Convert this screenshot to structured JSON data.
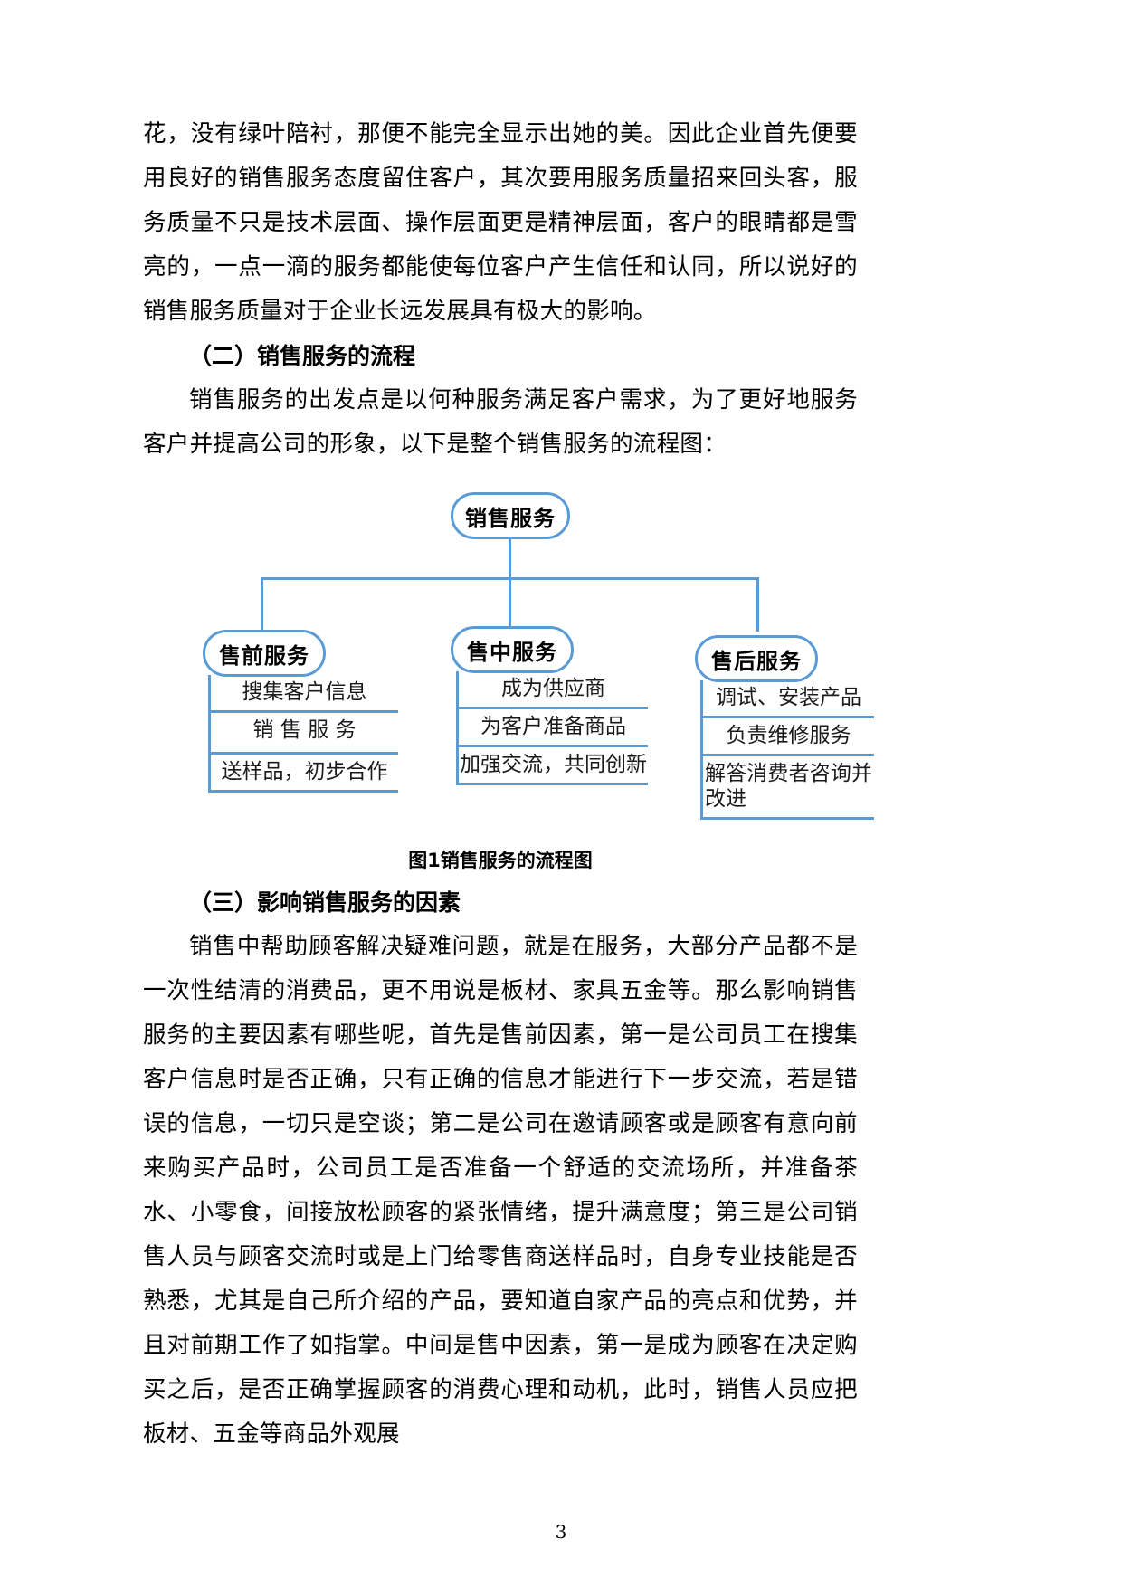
{
  "document": {
    "page_number": "3",
    "paragraph_1": "花，没有绿叶陪衬，那便不能完全显示出她的美。因此企业首先便要用良好的销售服务态度留住客户，其次要用服务质量招来回头客，服务质量不只是技术层面、操作层面更是精神层面，客户的眼睛都是雪亮的，一点一滴的服务都能使每位客户产生信任和认同，所以说好的销售服务质量对于企业长远发展具有极大的影响。",
    "heading_2": "（二）销售服务的流程",
    "paragraph_2": "销售服务的出发点是以何种服务满足客户需求，为了更好地服务客户并提高公司的形象，以下是整个销售服务的流程图：",
    "figure_caption": "图1销售服务的流程图",
    "heading_3": "（三）影响销售服务的因素",
    "paragraph_3": "销售中帮助顾客解决疑难问题，就是在服务，大部分产品都不是一次性结清的消费品，更不用说是板材、家具五金等。那么影响销售服务的主要因素有哪些呢，首先是售前因素，第一是公司员工在搜集客户信息时是否正确，只有正确的信息才能进行下一步交流，若是错误的信息，一切只是空谈；第二是公司在邀请顾客或是顾客有意向前来购买产品时，公司员工是否准备一个舒适的交流场所，并准备茶水、小零食，间接放松顾客的紧张情绪，提升满意度；第三是公司销售人员与顾客交流时或是上门给零售商送样品时，自身专业技能是否熟悉，尤其是自己所介绍的产品，要知道自家产品的亮点和优势，并且对前期工作了如指掌。中间是售中因素，第一是成为顾客在决定购买之后，是否正确掌握顾客的消费心理和动机，此时，销售人员应把板材、五金等商品外观展"
  },
  "diagram": {
    "accent_color": "#5b9bd5",
    "root": {
      "label": "销售服务"
    },
    "branches": [
      {
        "title": "售前服务",
        "items": [
          {
            "text": "搜集客户信息"
          },
          {
            "text": "销 售 服 务"
          },
          {
            "text": "送样品，初步合作"
          }
        ]
      },
      {
        "title": "售中服务",
        "items": [
          {
            "text": "成为供应商"
          },
          {
            "text": "为客户准备商品"
          },
          {
            "text": "加强交流，共同创新"
          }
        ]
      },
      {
        "title": "售后服务",
        "items": [
          {
            "text": "调试、安装产品"
          },
          {
            "text": "负责维修服务"
          },
          {
            "text": "解答消费者咨询并改进"
          }
        ]
      }
    ]
  }
}
